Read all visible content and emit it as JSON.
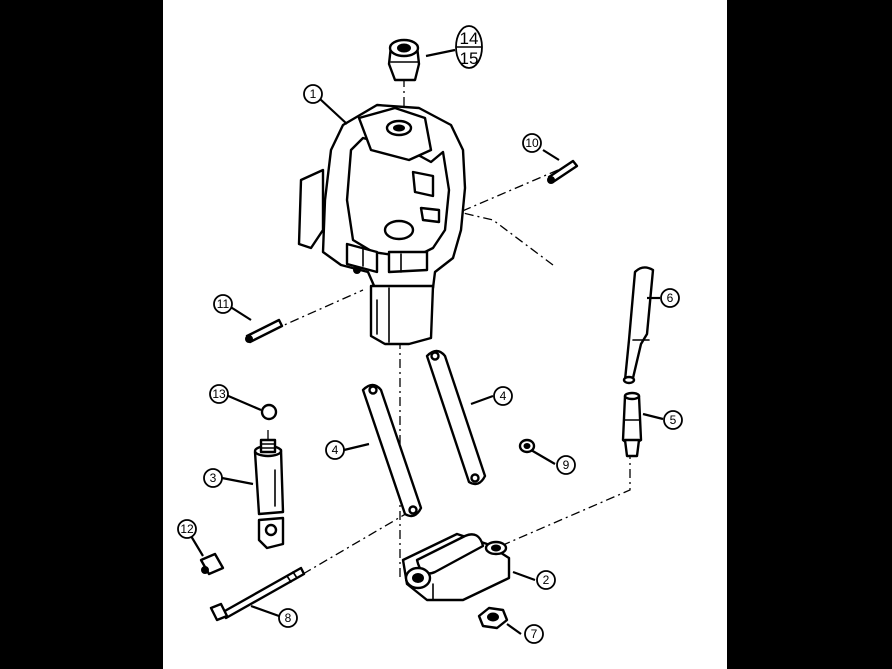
{
  "callouts": [
    {
      "id": "1",
      "label": "1"
    },
    {
      "id": "2",
      "label": "2"
    },
    {
      "id": "3",
      "label": "3"
    },
    {
      "id": "4a",
      "label": "4"
    },
    {
      "id": "4b",
      "label": "4"
    },
    {
      "id": "5",
      "label": "5"
    },
    {
      "id": "6",
      "label": "6"
    },
    {
      "id": "7",
      "label": "7"
    },
    {
      "id": "8",
      "label": "8"
    },
    {
      "id": "9",
      "label": "9"
    },
    {
      "id": "10",
      "label": "10"
    },
    {
      "id": "11",
      "label": "11"
    },
    {
      "id": "12",
      "label": "12"
    },
    {
      "id": "13",
      "label": "13"
    }
  ],
  "combined_callout": {
    "top": "14",
    "bottom": "15"
  }
}
